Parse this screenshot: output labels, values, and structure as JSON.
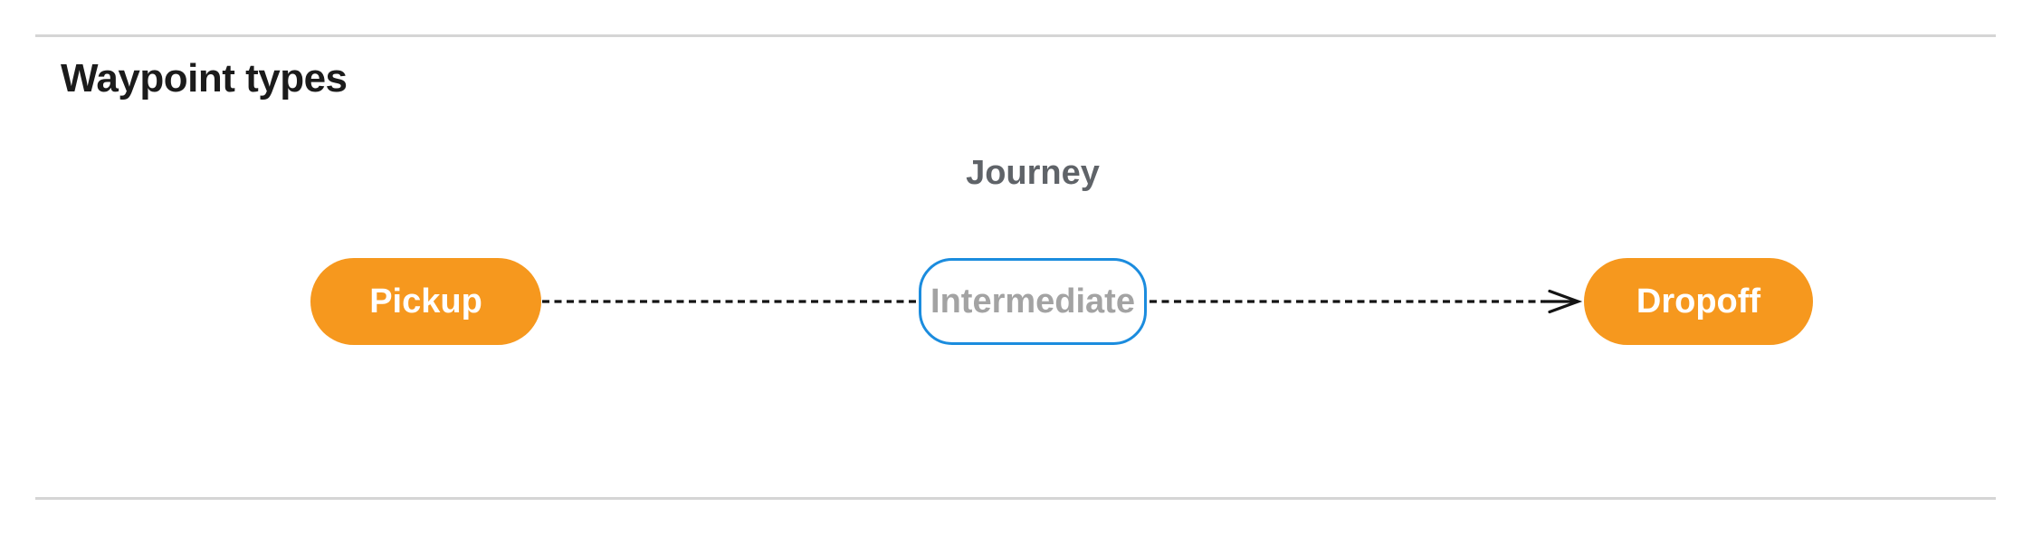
{
  "figure": {
    "heading": "Waypoint types",
    "diagram_title": "Journey",
    "nodes": [
      {
        "id": "pickup",
        "label": "Pickup",
        "kind": "terminal"
      },
      {
        "id": "intermediate",
        "label": "Intermediate",
        "kind": "intermediate"
      },
      {
        "id": "dropoff",
        "label": "Dropoff",
        "kind": "terminal"
      }
    ],
    "edges": [
      {
        "from": "pickup",
        "to": "intermediate",
        "style": "dashed",
        "arrowhead": false
      },
      {
        "from": "intermediate",
        "to": "dropoff",
        "style": "dashed",
        "arrowhead": true
      }
    ],
    "colors": {
      "terminal_fill": "#f6981e",
      "terminal_text": "#ffffff",
      "intermediate_border": "#1b8cde",
      "intermediate_text": "#a3a3a3",
      "edge_stroke": "#141414",
      "heading_text": "#1b1b1b",
      "diagram_title_text": "#5f6368",
      "divider": "#d5d5d5"
    }
  }
}
